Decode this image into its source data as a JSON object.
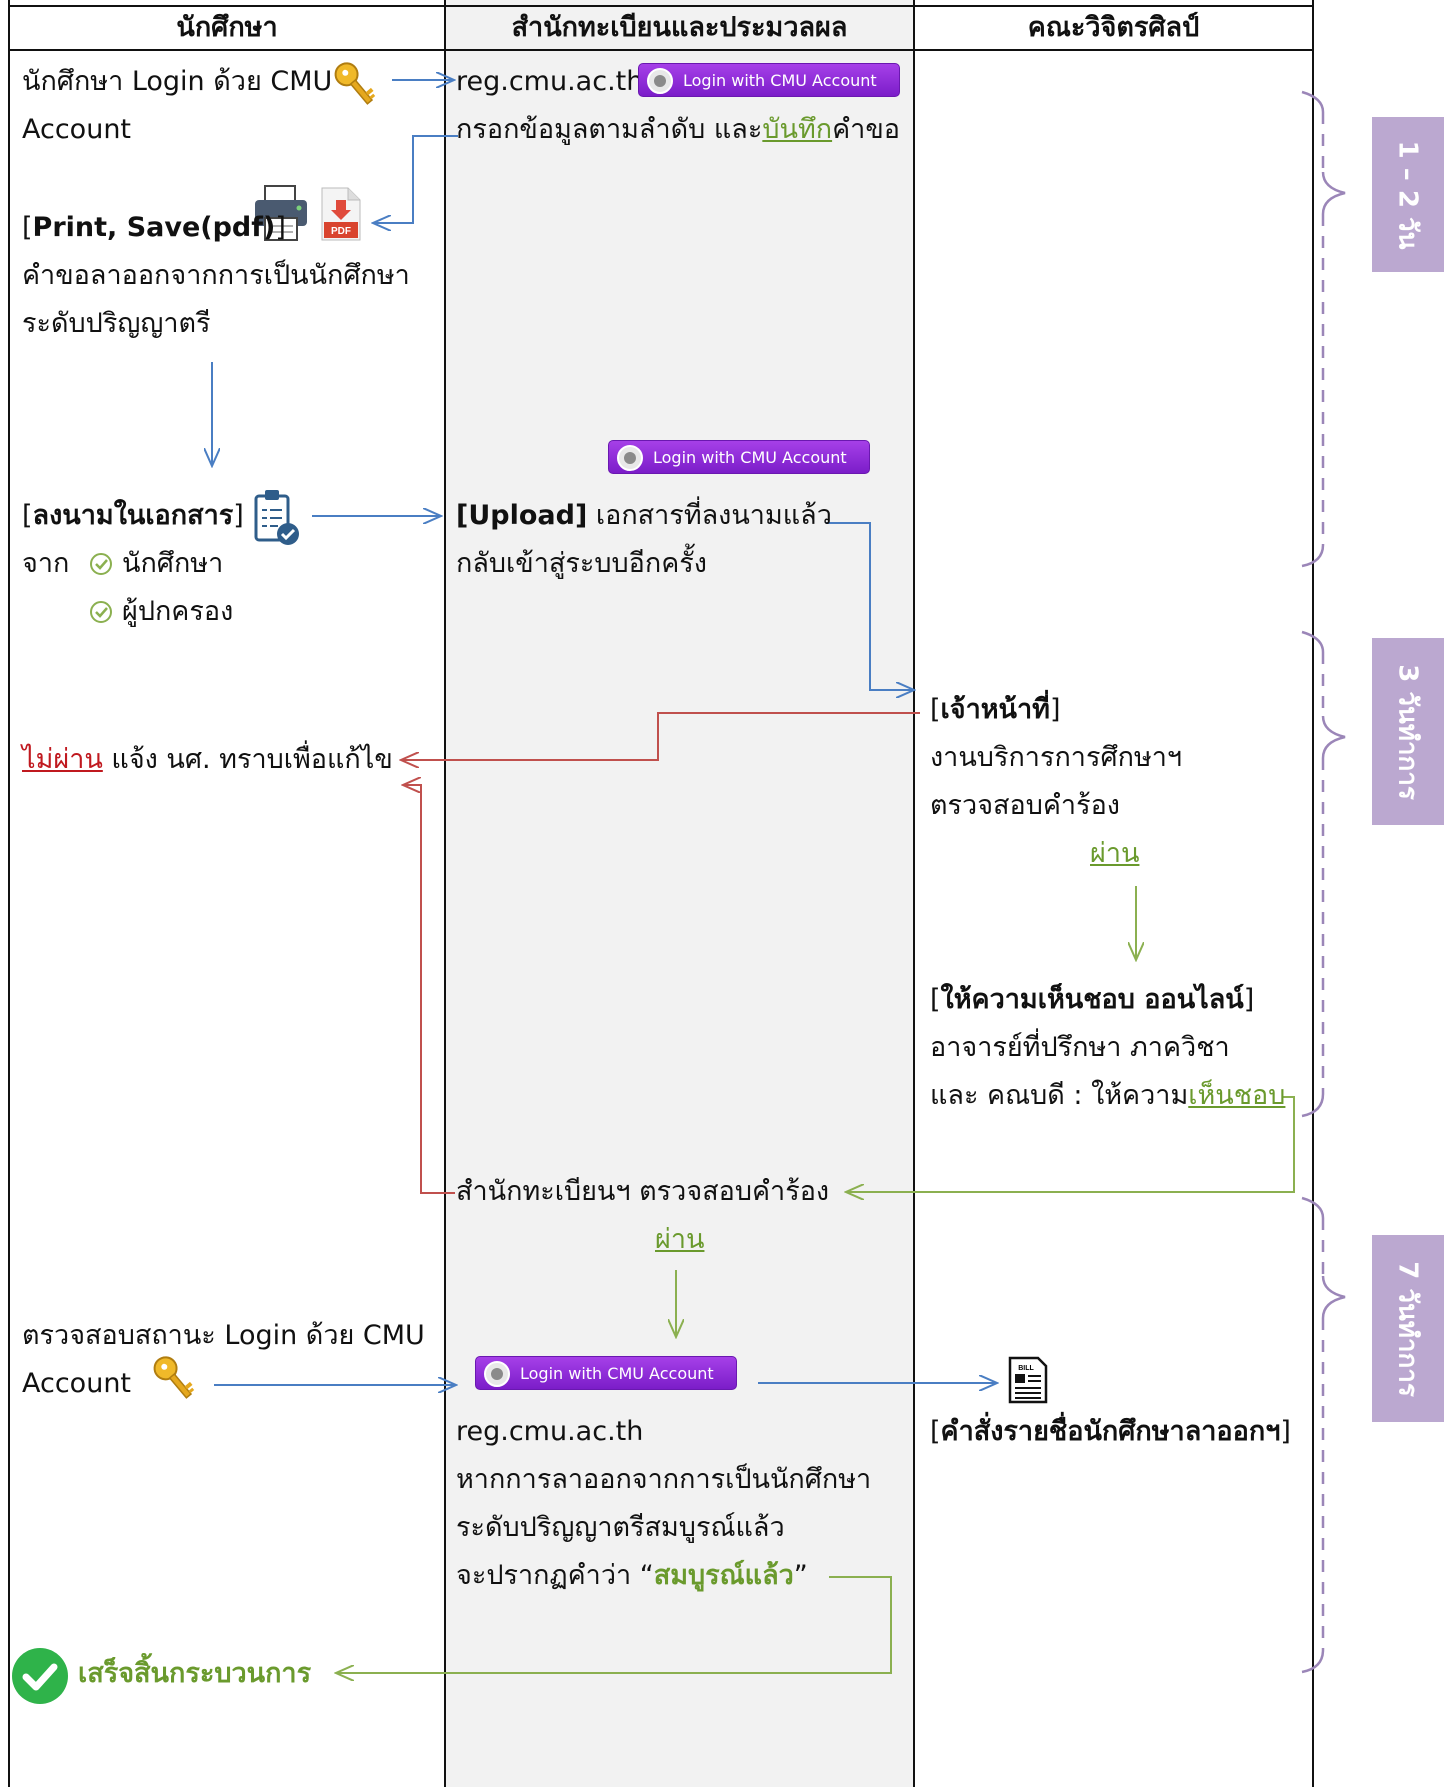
{
  "columns": {
    "student": "นักศึกษา",
    "registrar": "สำนักทะเบียนและประมวลผล",
    "faculty": "คณะวิจิตรศิลป์"
  },
  "login_button_label": "Login with CMU Account",
  "student": {
    "login_line1": "นักศึกษา Login ด้วย CMU",
    "login_line2": "Account",
    "print_open": "[",
    "print_save": "Print, Save(pdf)",
    "print_close": "]",
    "form_title_line1": "คำขอลาออกจากการเป็นนักศึกษา",
    "form_title_line2": "ระดับปริญญาตรี",
    "sign_open": "[",
    "sign_label": "ลงนามในเอกสาร",
    "sign_close": "]",
    "from_label": "จาก",
    "signer_student": "นักศึกษา",
    "signer_parent": "ผู้ปกครอง",
    "fail_label": "ไม่ผ่าน",
    "fail_rest": " แจ้ง นศ. ทราบเพื่อแก้ไข",
    "check_status_line1": "ตรวจสอบสถานะ Login ด้วย CMU",
    "check_status_line2": "Account",
    "done_label": "เสร็จสิ้นกระบวนการ"
  },
  "registrar": {
    "site": "reg.cmu.ac.th",
    "fill_prefix": "กรอกข้อมูลตามลำดับ และ",
    "fill_save": "บันทึก",
    "fill_suffix": "คำขอ",
    "upload_label": "[Upload]",
    "upload_rest": " เอกสารที่ลงนามแล้ว",
    "upload_line2": "กลับเข้าสู่ระบบอีกครั้ง",
    "verify_label": "สำนักทะเบียนฯ ตรวจสอบคำร้อง",
    "pass_label": "ผ่าน",
    "site2": "reg.cmu.ac.th",
    "complete_line1": "หากการลาออกจากการเป็นนักศึกษา",
    "complete_line2": "ระดับปริญญาตรีสมบูรณ์แล้ว",
    "complete_line3_prefix": "จะปรากฏคำว่า “",
    "complete_word": "สมบูรณ์แล้ว",
    "complete_line3_suffix": "”"
  },
  "faculty": {
    "staff_open": "[",
    "staff_label": "เจ้าหน้าที่",
    "staff_close": "]",
    "staff_line2": "งานบริการการศึกษาฯ",
    "staff_line3": "ตรวจสอบคำร้อง",
    "pass_label": "ผ่าน",
    "approve_open": "[",
    "approve_label": "ให้ความเห็นชอบ ออนไลน์",
    "approve_close": "]",
    "approve_line2": "อาจารย์ที่ปรึกษา ภาควิชา",
    "approve_line3_prefix": "และ คณบดี : ให้ความ",
    "approve_line3_link": "เห็นชอบ",
    "order_open": "[",
    "order_label": "คำสั่งรายชื่อนักศึกษาลาออกฯ",
    "order_close": "]"
  },
  "timeline": {
    "stage1": "1 – 2 วัน",
    "stage2": "3 วันทำการ",
    "stage3": "7 วันทำการ"
  },
  "colors": {
    "blue_arrow": "#4a7ec3",
    "red_arrow": "#c0504d",
    "green_arrow": "#8bb050",
    "purple_brace": "#9b86b8",
    "side_label_bg": "#bba8d0",
    "button_bg": "#8a2ed8",
    "registrar_col_bg": "#f2f2f2"
  },
  "icons": [
    "key-icon",
    "printer-icon",
    "pdf-file-icon",
    "clipboard-check-icon",
    "check-circle-icon",
    "bill-document-icon",
    "check-circle-green-icon",
    "cmu-logo-icon"
  ]
}
